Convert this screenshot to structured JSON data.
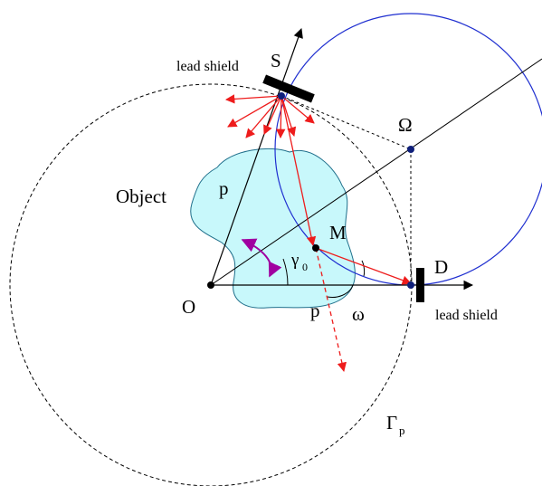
{
  "labels": {
    "lead_shield_top": "lead shield",
    "S": "S",
    "Omega": "Ω",
    "Object": "Object",
    "p_inside": "p",
    "M": "M",
    "gamma": "γ",
    "gamma_sub": "0",
    "D": "D",
    "O": "O",
    "p_bottom": "p",
    "omega": "ω",
    "lead_shield_bottom": "lead shield",
    "Gamma": "Γ",
    "Gamma_sub": "p"
  },
  "colors": {
    "object_fill": "#c8f8fb",
    "object_stroke": "#1f6f8b",
    "circle_blue": "#1f2fd0",
    "ray_red": "#ee1c1c",
    "arrow_purple": "#a000a0",
    "ink": "#000000",
    "point_fill": "#0f1f7a"
  }
}
